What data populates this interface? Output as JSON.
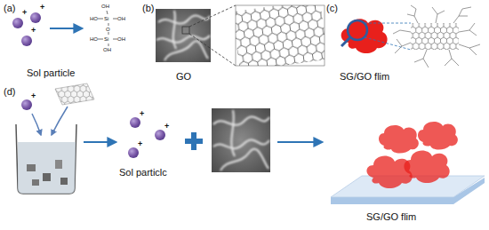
{
  "diagram": {
    "labels": [
      "(a)",
      "+",
      "+",
      "+",
      "OH",
      "HO",
      "Si",
      "OH",
      "O",
      "HO",
      "Si",
      "OH",
      "OH",
      "Sol particle",
      "(b)",
      "GO",
      "(c)",
      "SG/GO flim",
      "(d)",
      "+",
      "+",
      "+",
      "+",
      "Sol particlc",
      "SG/GO flim"
    ]
  }
}
